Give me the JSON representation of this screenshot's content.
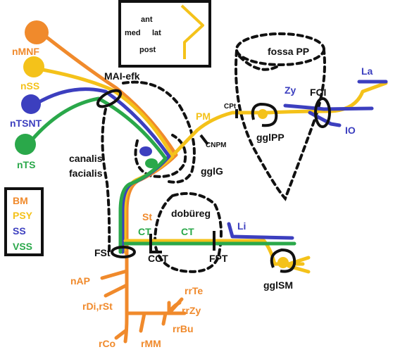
{
  "colors": {
    "orange": "#f08a2c",
    "yellow": "#f4c21a",
    "blue": "#3c3fbf",
    "green": "#2aa84a",
    "black": "#111111"
  },
  "orientation_box": {
    "ant": "ant",
    "med": "med",
    "lat": "lat",
    "post": "post"
  },
  "nuclei": {
    "nMNF": "nMNF",
    "nSS": "nSS",
    "nTSNT": "nTSNT",
    "nTS": "nTS"
  },
  "legend": {
    "items": [
      {
        "label": "BM",
        "color": "#f08a2c"
      },
      {
        "label": "PSY",
        "color": "#f4c21a"
      },
      {
        "label": "SS",
        "color": "#3c3fbf"
      },
      {
        "label": "VSS",
        "color": "#2aa84a"
      }
    ]
  },
  "labels": {
    "mai_efk": "MAI-efk",
    "canalis": "canalis",
    "facialis": "facialis",
    "fossa_pp": "fossa PP",
    "pm": "PM",
    "cpt": "CPt",
    "cnpm": "CNPM",
    "gglg": "gglG",
    "gglpp": "gglPP",
    "foi": "FOI",
    "zy": "Zy",
    "la": "La",
    "io": "IO",
    "dobureg": "dobüreg",
    "st": "St",
    "ct1": "CT",
    "ct2": "CT",
    "li": "Li",
    "fst": "FSt",
    "cct": "CCT",
    "fpt": "FPT",
    "gglsm": "gglSM",
    "nap": "nAP",
    "rdi_rst": "rDi,rSt",
    "rrte": "rrTe",
    "rrzy": "rrZy",
    "rrbu": "rrBu",
    "rco": "rCo",
    "rmm": "rMM"
  }
}
